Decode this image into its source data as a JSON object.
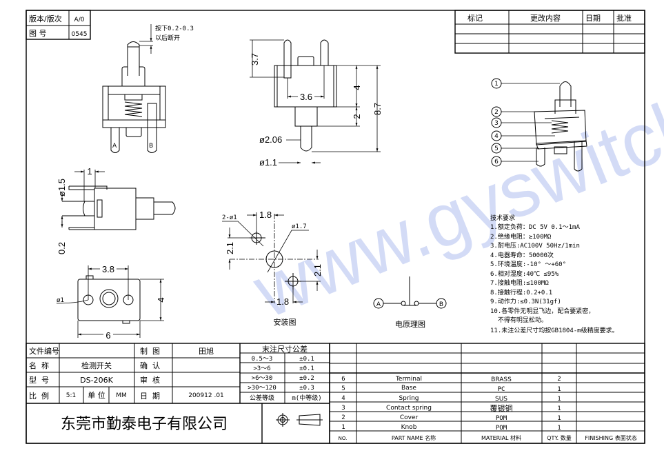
{
  "watermark": "www.gyswitch.com",
  "version_block": {
    "version_label": "版本/版次",
    "version_value": "A/0",
    "drawing_no_label": "图 号",
    "drawing_no_value": "0545"
  },
  "revision_table": {
    "headers": [
      "标记",
      "更改内容",
      "日期",
      "批准"
    ]
  },
  "notes": {
    "press_note_line1": "按下0.2-0.3",
    "press_note_line2": "以后断开",
    "terminal_a": "A",
    "terminal_b": "B"
  },
  "dimensions": {
    "front": {
      "pin_length": "3.7",
      "pin_spacing": "3.6",
      "body_height": "4",
      "stem": "2",
      "total": "8.7",
      "stem_dia": "ø2.06",
      "tip_dia": "ø1.1"
    },
    "side": {
      "offset": "1",
      "dia": "ø1.5",
      "gap": "0.2"
    },
    "bottom": {
      "pitch": "3.8",
      "height": "4",
      "width": "6",
      "hole": "ø1"
    },
    "mounting": {
      "hole_spec": "2-ø1",
      "center_hole": "ø1.7",
      "dx_top": "1.8",
      "dy_left": "2.1",
      "dy_right": "2.1",
      "dx_bottom": "1.8",
      "caption": "安装图"
    }
  },
  "circuit": {
    "a": "A",
    "b": "B",
    "caption": "电原理图"
  },
  "callouts": [
    "1",
    "2",
    "3",
    "4",
    "5",
    "6"
  ],
  "tech_requirements": {
    "title": "技术要求",
    "items": [
      "1.额定负荷：DC 5V  0.1～1mA",
      "2.绝缘电阻：≥100MΩ",
      "3.耐电压:AC100V 50Hz/1min",
      "4.电器寿命：50000次",
      "5.环境温度:-10° ～+60°",
      "6.相对湿度:40℃  ≤95%",
      "7.接触电阻:≤100MΩ",
      "8.接触行程:0.2+0.1",
      "9.动作力:≤0.3N(31gf)",
      "10.各零件无明显飞边，配合要紧密，",
      "  不得有明显松动。",
      "11.未注公差尺寸均按GB1804-m级精度要求。"
    ]
  },
  "title_block": {
    "file_no_label": "文件编号",
    "file_no_value": "",
    "name_label": "名  称",
    "name_value": "检测开关",
    "model_label": "型  号",
    "model_value": "DS-206K",
    "scale_label": "比  例",
    "scale_value": "5:1",
    "unit_label": "单 位",
    "unit_value": "MM",
    "drawn_label": "制  图",
    "drawn_value": "田旭",
    "confirm_label": "确  认",
    "confirm_value": "",
    "check_label": "审  核",
    "check_value": "",
    "date_label": "日  期",
    "date_value": "200912 .01",
    "company": "东莞市勤泰电子有限公司"
  },
  "tolerance_table": {
    "title": "末注尺寸公差",
    "rows": [
      {
        "range": "0.5～3",
        "tol": "±0.1"
      },
      {
        "range": ">3～6",
        "tol": "±0.1"
      },
      {
        "range": ">6～30",
        "tol": "±0.2"
      },
      {
        "range": ">30～120",
        "tol": "±0.3"
      }
    ],
    "grade_label": "公差等级",
    "grade_value": "m(中等级)"
  },
  "parts_table": {
    "headers": {
      "no": "NO.",
      "part_name": "PART  NAME 名称",
      "material": "MATERIAL 材料",
      "qty": "QTY. 数量",
      "finishing": "FINISHING 表面状态"
    },
    "rows": [
      {
        "no": "6",
        "name": "Terminal",
        "material": "BRASS",
        "qty": "2"
      },
      {
        "no": "5",
        "name": "Base",
        "material": "PC",
        "qty": "1"
      },
      {
        "no": "4",
        "name": "Spring",
        "material": "SUS",
        "qty": "1"
      },
      {
        "no": "3",
        "name": "Contact spring",
        "material": "覆银铜",
        "qty": "1"
      },
      {
        "no": "2",
        "name": "Cover",
        "material": "POM",
        "qty": "1"
      },
      {
        "no": "1",
        "name": "Knob",
        "material": "POM",
        "qty": "1"
      }
    ]
  }
}
